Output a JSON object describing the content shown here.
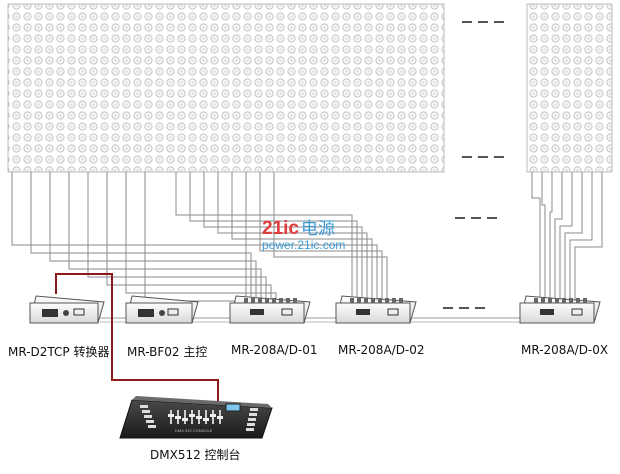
{
  "devices": {
    "converter": "MR-D2TCP 转换器",
    "master": "MR-BF02 主控",
    "driver1": "MR-208A/D-01",
    "driver2": "MR-208A/D-02",
    "driverX": "MR-208A/D-0X"
  },
  "console": {
    "label": "DMX512 控制台",
    "panel_text": "DMX 512 CONSOLE"
  },
  "watermark": {
    "brand": "21ic",
    "brand_suffix": "电源",
    "url": "power.21ic.com"
  },
  "colors": {
    "cable": "#8b1a1a",
    "wire": "#888888",
    "led_ring": "#c9c9c9"
  }
}
